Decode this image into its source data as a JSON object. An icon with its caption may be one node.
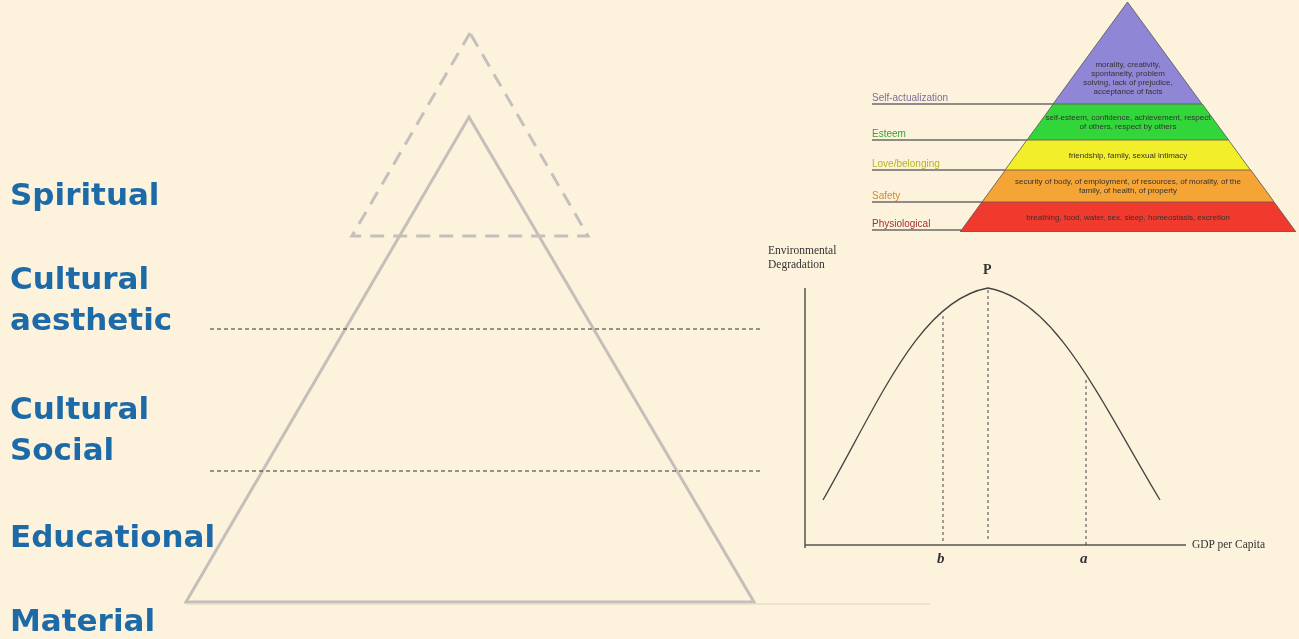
{
  "diagram": {
    "nodes": [
      {
        "text": [
          "morality, creativity, spontaneity, problem solving, lack of prejudice, acceptance of facts"
        ]
      },
      {
        "text": [
          "self-esteem, confidence, achievement, respect of others, respect by others"
        ]
      },
      {
        "text": [
          "friendship, family, sexual intimacy"
        ]
      },
      {
        "text": [
          "security of body, of employment, of resources, of morality, of the family, of health, of property"
        ]
      },
      {
        "text": [
          "breathing, food, water, sex, sleep, homeostasis, excretion"
        ]
      },
      {
        "text": [
          "Self-actualization"
        ]
      },
      {
        "text": [
          "Esteem"
        ]
      },
      {
        "text": [
          "Love/belonging"
        ]
      },
      {
        "text": [
          "Safety"
        ]
      },
      {
        "text": [
          "Physiological"
        ]
      }
    ],
    "edges": [
      {
        "from": 5,
        "to": 0,
        "arrow": "none"
      },
      {
        "from": 6,
        "to": 1,
        "arrow": "none"
      },
      {
        "from": 7,
        "to": 2,
        "arrow": "none"
      },
      {
        "from": 8,
        "to": 3,
        "arrow": "none"
      },
      {
        "from": 9,
        "to": 4,
        "arrow": "none"
      }
    ],
    "labels": [
      "Spiritual",
      "Cultural aesthetic",
      "Cultural Social",
      "Educational",
      "Material",
      "Environmental Degradation",
      "P",
      "b",
      "a",
      "GDP per Capita"
    ]
  }
}
